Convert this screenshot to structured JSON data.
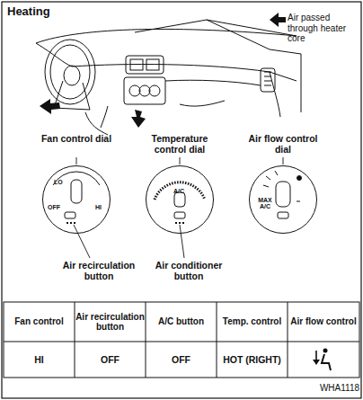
{
  "diagram": {
    "title": "Heating",
    "nodes": [
      {
        "text": [
          "LO",
          "OFF",
          "HI"
        ]
      },
      {
        "text": [
          "A/C"
        ]
      },
      {
        "text": [
          "MAX A/C"
        ]
      }
    ],
    "labels": [
      "Fan control dial",
      "Temperature control dial",
      "Air flow control dial",
      "Air recirculation button",
      "Air conditioner button",
      "Fan control",
      "Air recirculation button",
      "A/C button",
      "Temp. control",
      "Air flow control",
      "HI",
      "OFF",
      "OFF",
      "HOT (RIGHT)",
      "WHA1118"
    ],
    "legend": [
      {
        "text": "Air passed through heater core"
      }
    ]
  }
}
